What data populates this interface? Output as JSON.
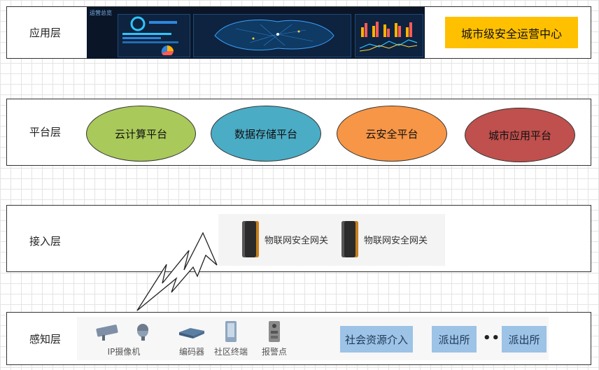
{
  "layers": {
    "application": {
      "label": "应用层",
      "dashboard_title": "运营总览",
      "center_box": "城市级安全运营中心"
    },
    "platform": {
      "label": "平台层",
      "items": [
        {
          "label": "云计算平台",
          "color": "#a9c95a"
        },
        {
          "label": "数据存储平台",
          "color": "#4bacc6"
        },
        {
          "label": "云安全平台",
          "color": "#f79646"
        },
        {
          "label": "城市应用平台",
          "color": "#c0504d"
        }
      ]
    },
    "access": {
      "label": "接入层",
      "gateways": [
        "物联网安全网关",
        "物联网安全网关"
      ]
    },
    "perception": {
      "label": "感知层",
      "devices": [
        "IP摄像机",
        "编码器",
        "社区终端",
        "报警点"
      ],
      "boxes": [
        "社会资源介入",
        "派出所",
        "派出所"
      ],
      "ellipsis": "•••"
    }
  },
  "colors": {
    "highlight": "#ffc000",
    "box_blue": "#9dc3e6"
  }
}
